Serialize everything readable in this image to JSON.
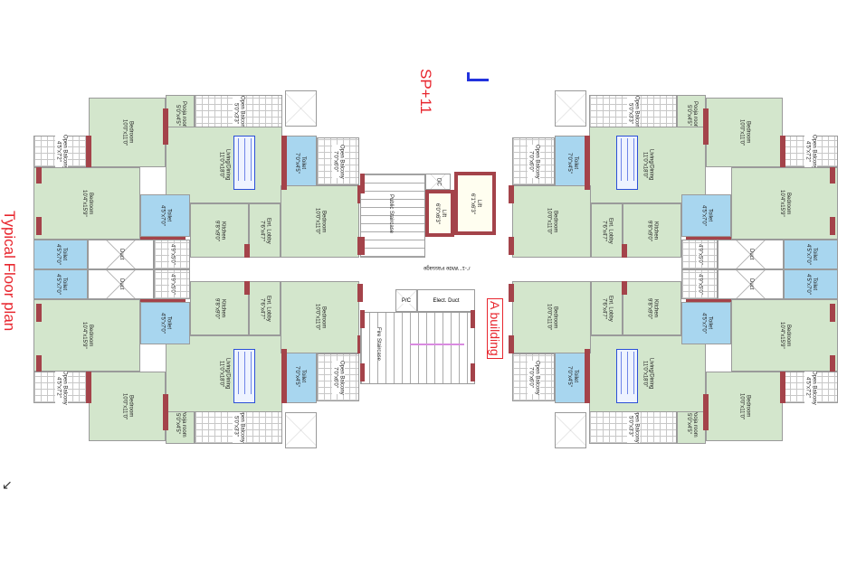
{
  "titles": {
    "typical_floor_plan": "Typical Floor plan",
    "floors": "SP+11",
    "building": "A building"
  },
  "rooms": {
    "bed1": {
      "name": "Bedroom",
      "size": "10'0\"x11'0\""
    },
    "pooja": {
      "name": "Pooja room",
      "size": "5'0\"x4'5\""
    },
    "balc1": {
      "name": "Open Balcony",
      "size": "5'0\"x3'3\""
    },
    "balc2": {
      "name": "Open Balcony",
      "size": "4'5\"x7'2\""
    },
    "living": {
      "name": "Living/Dining",
      "size": "11'0\"x18'0\""
    },
    "toilet1": {
      "name": "Toilet",
      "size": "7'0\"x4'5\""
    },
    "balc3": {
      "name": "Open Balcony",
      "size": "7'0\"x6'0\""
    },
    "bed2": {
      "name": "Bedroom",
      "size": "10'4\"x15'9\""
    },
    "toilet2": {
      "name": "Toilet",
      "size": "4'5\"x7'0\""
    },
    "kitchen": {
      "name": "Kitchen",
      "size": "9'8\"x9'0\""
    },
    "lobby": {
      "name": "Ent. Lobby",
      "size": "7'6\"x4'7\""
    },
    "bed3": {
      "name": "Bedroom",
      "size": "10'0\"x11'0\""
    },
    "toilet3": {
      "name": "Toilet",
      "size": "4'5\"x7'0\""
    },
    "wash": {
      "name": "",
      "size": "4'9\"x5'0\""
    },
    "duct": {
      "name": "Duct",
      "size": ""
    }
  },
  "core": {
    "public_staircase": "Public Staircase",
    "lift_1": "Lift",
    "lift_1_size": "6'0\"x6'3\"",
    "lift_2": "Lift",
    "lift_2_size": "6'1\"x6'3\"",
    "dc": "DC",
    "passage": "7'-1\" Wide Passage",
    "pc": "P/C",
    "elect_duct": "Elect. Duct",
    "fire_staircase": "Fire Staircase"
  },
  "colors": {
    "wall_column": "#a4434a",
    "annotation_red": "#e8262e",
    "toilet": "#a8d6ef",
    "room": "#d3e6cc"
  }
}
